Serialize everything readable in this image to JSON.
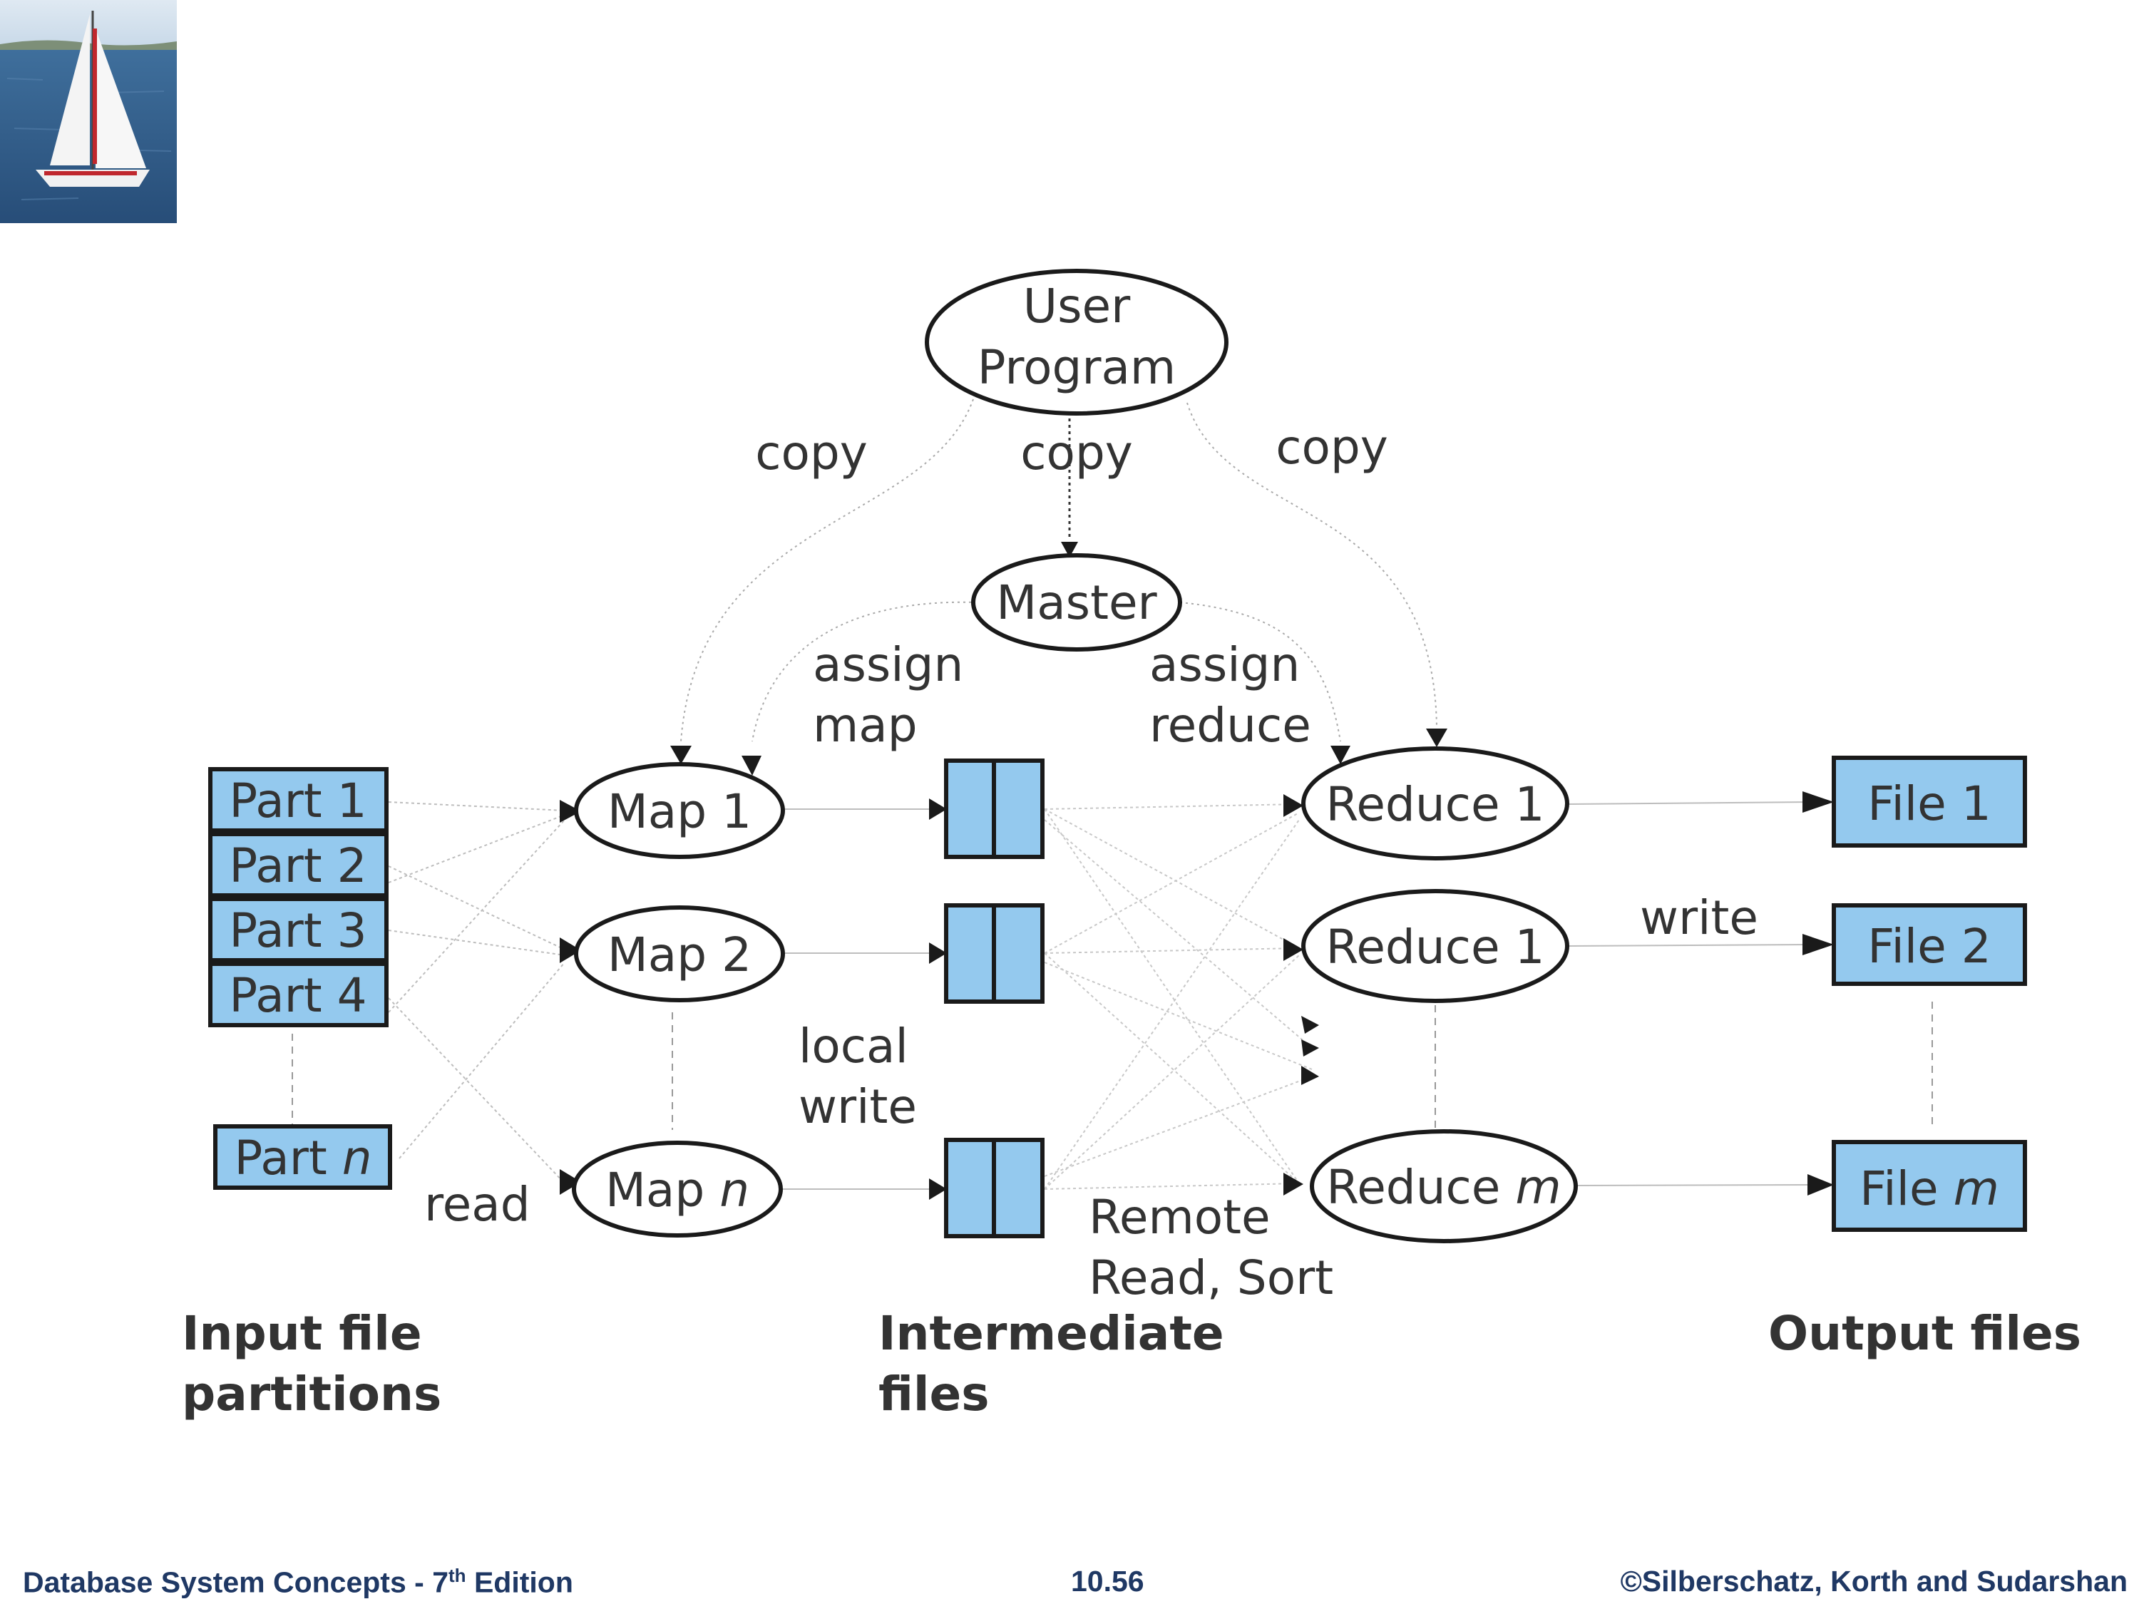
{
  "nodes": {
    "user_program": [
      "User",
      "Program"
    ],
    "master": "Master",
    "maps": [
      {
        "name": "Map",
        "index": "1",
        "index_italic": false
      },
      {
        "name": "Map",
        "index": "2",
        "index_italic": false
      },
      {
        "name": "Map",
        "index": "n",
        "index_italic": true
      }
    ],
    "reduces": [
      {
        "name": "Reduce",
        "index": "1",
        "index_italic": false
      },
      {
        "name": "Reduce",
        "index": "1",
        "index_italic": false
      },
      {
        "name": "Reduce",
        "index": "m",
        "index_italic": true
      }
    ],
    "parts": [
      {
        "name": "Part",
        "index": "1",
        "index_italic": false
      },
      {
        "name": "Part",
        "index": "2",
        "index_italic": false
      },
      {
        "name": "Part",
        "index": "3",
        "index_italic": false
      },
      {
        "name": "Part",
        "index": "4",
        "index_italic": false
      },
      {
        "name": "Part",
        "index": "n",
        "index_italic": true
      }
    ],
    "files": [
      {
        "name": "File",
        "index": "1",
        "index_italic": false
      },
      {
        "name": "File",
        "index": "2",
        "index_italic": false
      },
      {
        "name": "File",
        "index": "m",
        "index_italic": true
      }
    ]
  },
  "edge_labels": {
    "copy_left": "copy",
    "copy_center": "copy",
    "copy_right": "copy",
    "assign_map": [
      "assign",
      "map"
    ],
    "assign_reduce": [
      "assign",
      "reduce"
    ],
    "local_write": [
      "local",
      "write"
    ],
    "read": "read",
    "remote_read_sort": [
      "Remote",
      "Read, Sort"
    ],
    "write": "write"
  },
  "section_labels": {
    "input": [
      "Input file",
      "partitions"
    ],
    "intermediate": [
      "Intermediate",
      "files"
    ],
    "output": [
      "Output files"
    ]
  },
  "footer": {
    "book": "Database System Concepts - 7",
    "book_sup": "th",
    "book_suffix": " Edition",
    "page": "10.56",
    "copyright": "©Silberschatz, Korth and Sudarshan"
  },
  "colors": {
    "box_fill": "#94c9ee",
    "stroke": "#1a1a1a",
    "text": "#333333",
    "footer": "#1f3864"
  }
}
